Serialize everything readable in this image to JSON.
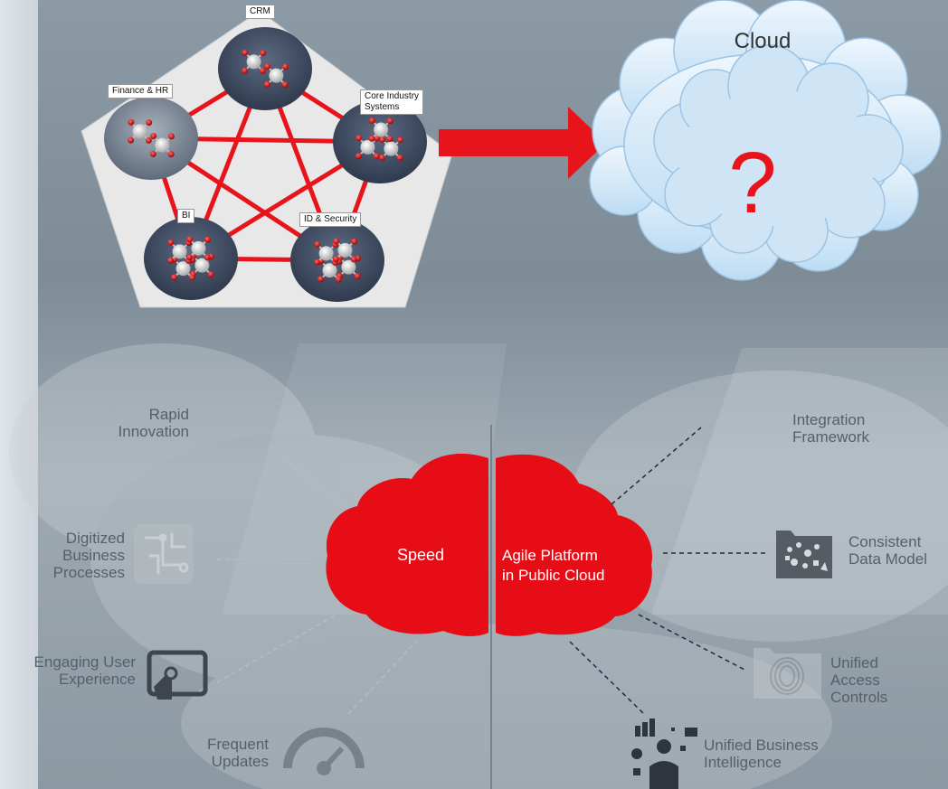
{
  "top_diagram": {
    "nodes": [
      {
        "key": "crm",
        "label": "CRM"
      },
      {
        "key": "finance",
        "label": "Finance & HR"
      },
      {
        "key": "core",
        "label": "Core Industry\nSystems"
      },
      {
        "key": "bi",
        "label": "BI"
      },
      {
        "key": "security",
        "label": "ID & Security"
      }
    ],
    "cloud_label": "Cloud",
    "cloud_symbol": "?"
  },
  "speed_diagram": {
    "left_cloud": "Speed",
    "right_cloud": "Agile Platform\nin Public Cloud",
    "left_items": [
      {
        "key": "rapid",
        "label": "Rapid\nInnovation",
        "icon": "none"
      },
      {
        "key": "digitized",
        "label": "Digitized\nBusiness\nProcesses",
        "icon": "circuit-icon"
      },
      {
        "key": "engaging",
        "label": "Engaging User\nExperience",
        "icon": "tablet-touch-icon"
      },
      {
        "key": "frequent",
        "label": "Frequent\nUpdates",
        "icon": "speedometer-icon"
      }
    ],
    "right_items": [
      {
        "key": "integration",
        "label": "Integration\nFramework",
        "icon": "none"
      },
      {
        "key": "consistent",
        "label": "Consistent\nData Model",
        "icon": "data-folder-icon"
      },
      {
        "key": "unified_access",
        "label": "Unified\nAccess\nControls",
        "icon": "fingerprint-folder-icon"
      },
      {
        "key": "unified_bi",
        "label": "Unified Business\nIntelligence",
        "icon": "business-person-chart-icon"
      }
    ]
  },
  "colors": {
    "accent": "#e8141c",
    "node_fill": "#3e4a60",
    "panel": "#e7e7e7"
  }
}
